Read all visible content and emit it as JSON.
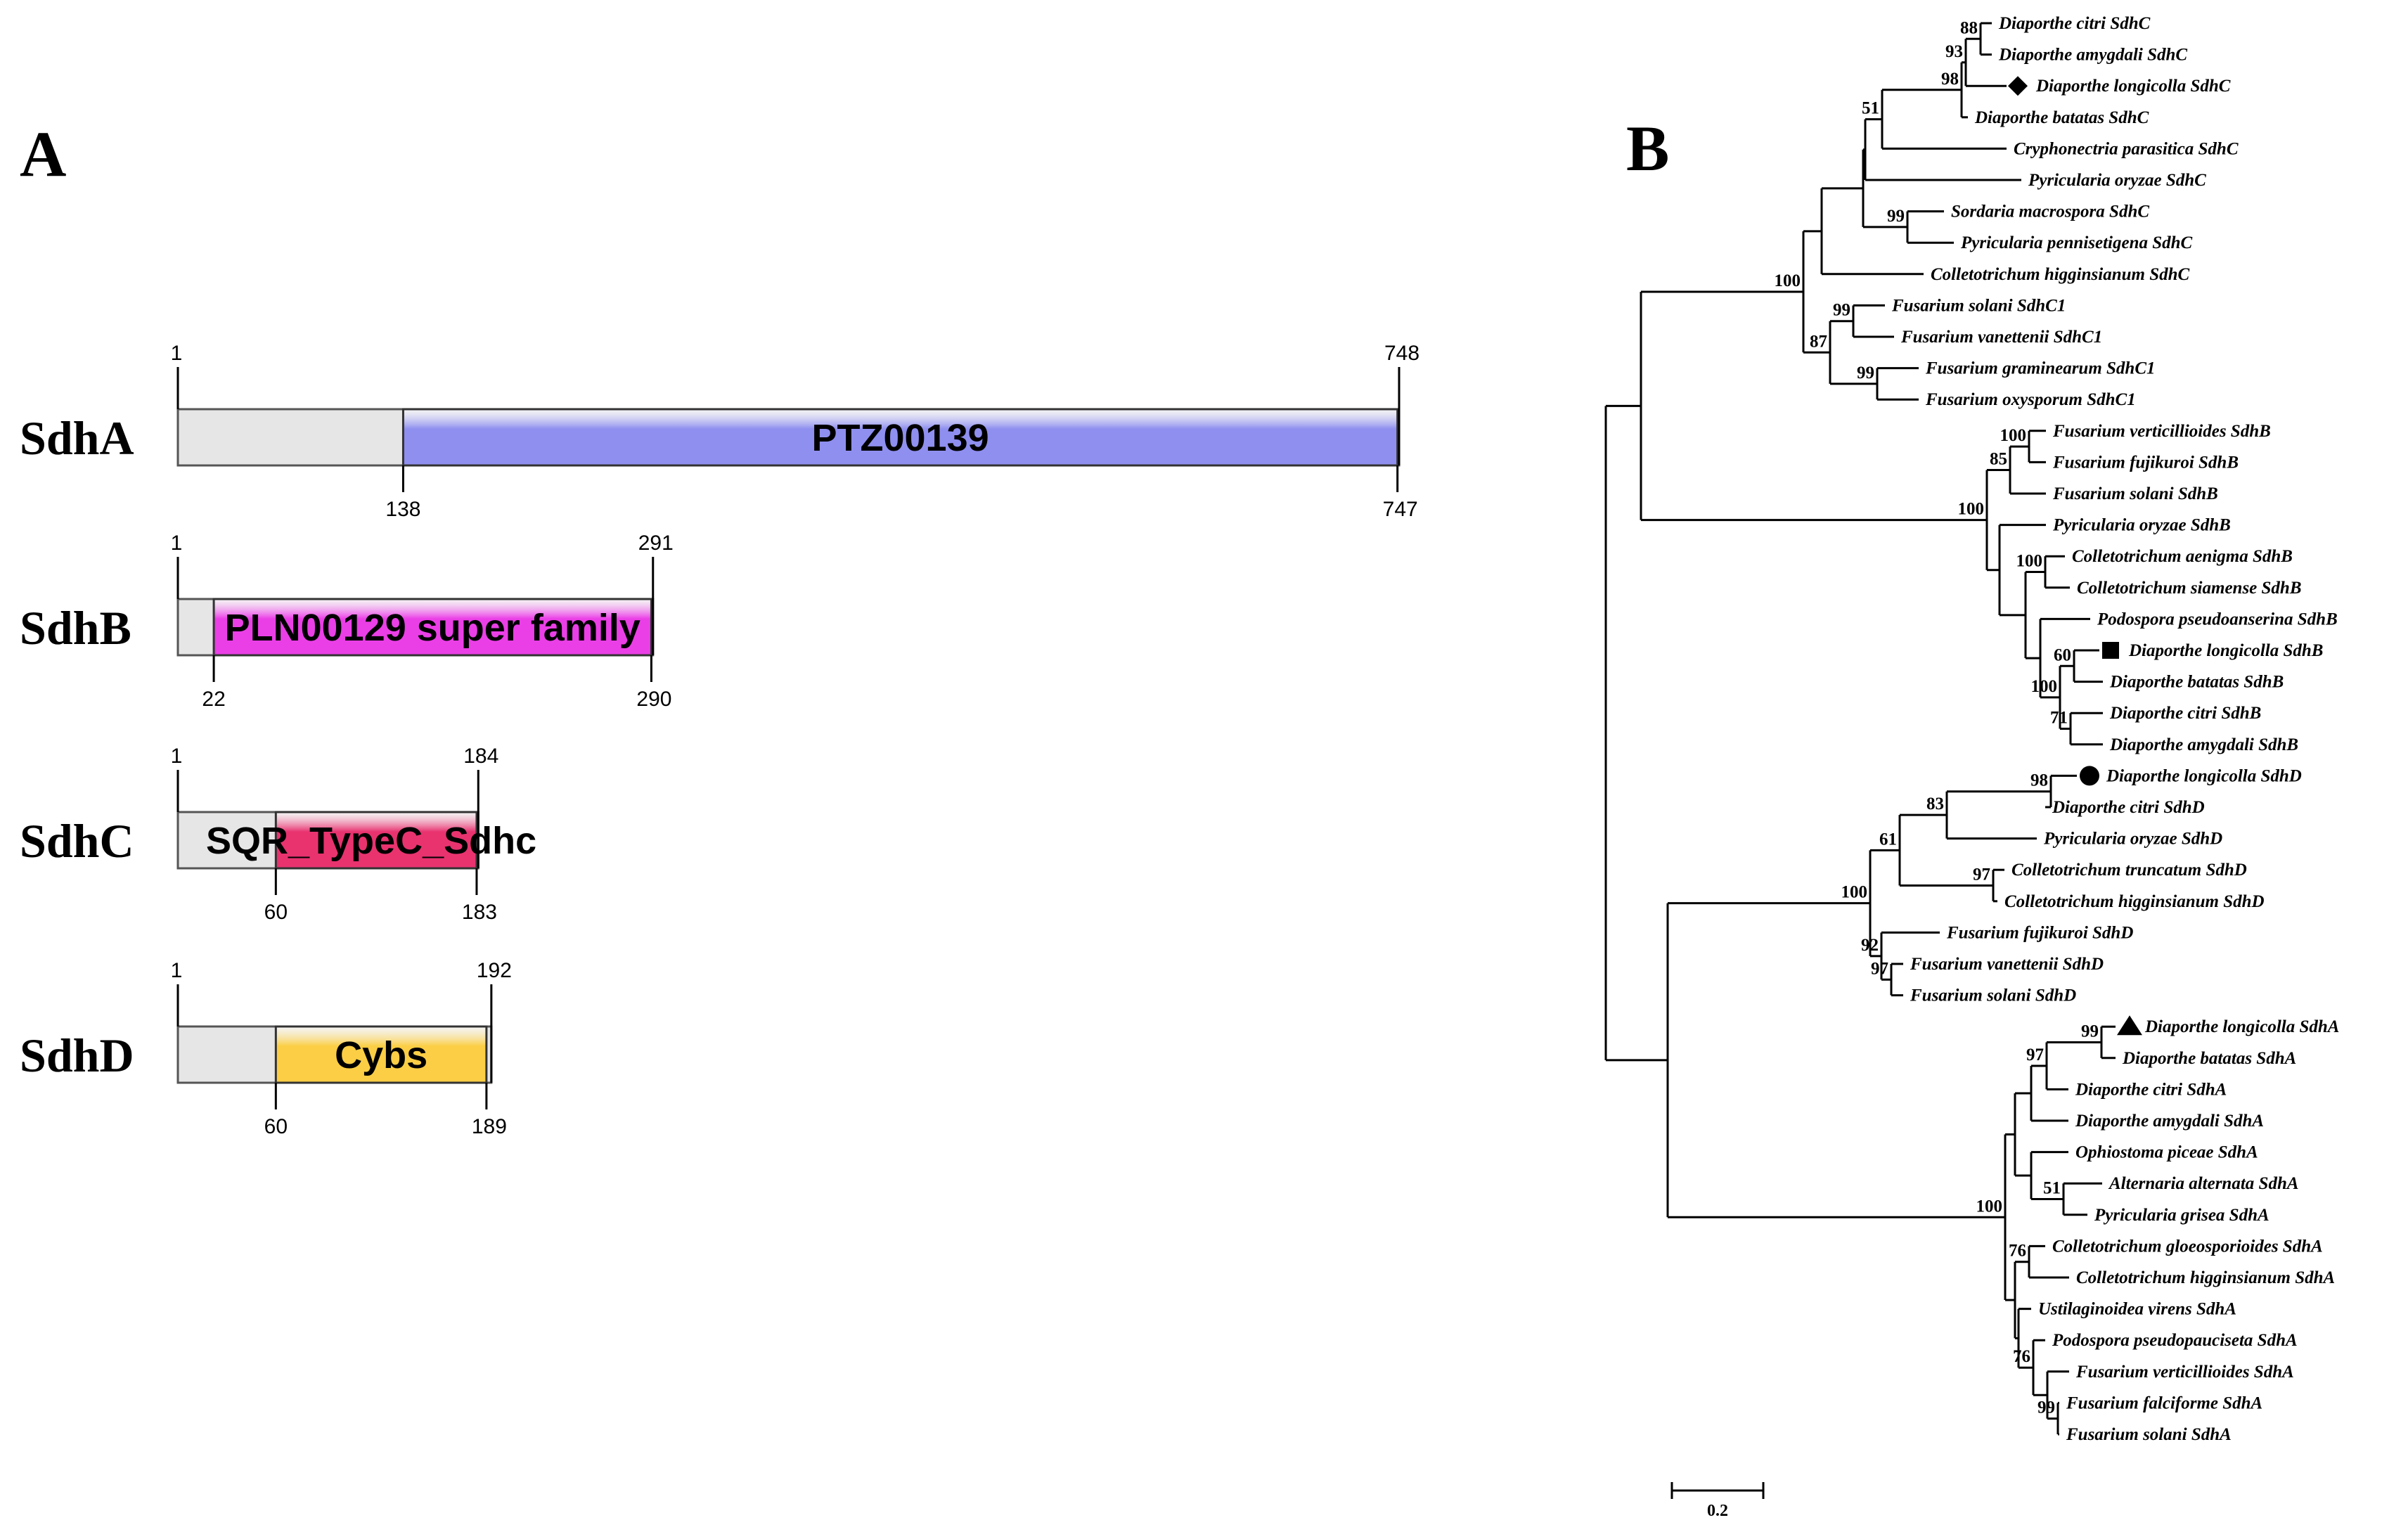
{
  "panel_a": {
    "letter": "A",
    "proteins": [
      {
        "name": "SdhA",
        "length_top": "748",
        "start_top": "1",
        "domain": "PTZ00139",
        "dom_start": "138",
        "dom_end": "747",
        "len": 748,
        "ds": 138,
        "de": 747,
        "color": "#8f8ff0",
        "label_align": "center"
      },
      {
        "name": "SdhB",
        "length_top": "291",
        "start_top": "1",
        "domain": "PLN00129 super family",
        "dom_start": "22",
        "dom_end": "290",
        "len": 291,
        "ds": 22,
        "de": 290,
        "color": "#ea3fe6",
        "label_align": "center"
      },
      {
        "name": "SdhC",
        "length_top": "184",
        "start_top": "1",
        "domain": "SQR_TypeC_Sdhc",
        "dom_start": "60",
        "dom_end": "183",
        "len": 184,
        "ds": 60,
        "de": 183,
        "color": "#e8336f",
        "label_align": "left"
      },
      {
        "name": "SdhD",
        "length_top": "192",
        "start_top": "1",
        "domain": "Cybs",
        "dom_start": "60",
        "dom_end": "189",
        "len": 192,
        "ds": 60,
        "de": 189,
        "color": "#fbce45",
        "label_align": "center"
      }
    ]
  },
  "panel_b": {
    "letter": "B",
    "scale_bar": "0.2",
    "leaves": [
      {
        "name": "Diaporthe citri SdhC",
        "marker": ""
      },
      {
        "name": "Diaporthe amygdali SdhC",
        "marker": ""
      },
      {
        "name": "Diaporthe longicolla SdhC",
        "marker": "diamond"
      },
      {
        "name": "Diaporthe batatas SdhC",
        "marker": ""
      },
      {
        "name": "Cryphonectria parasitica SdhC",
        "marker": ""
      },
      {
        "name": "Pyricularia oryzae SdhC",
        "marker": ""
      },
      {
        "name": "Sordaria macrospora SdhC",
        "marker": ""
      },
      {
        "name": "Pyricularia pennisetigena SdhC",
        "marker": ""
      },
      {
        "name": "Colletotrichum higginsianum SdhC",
        "marker": ""
      },
      {
        "name": "Fusarium solani SdhC1",
        "marker": ""
      },
      {
        "name": "Fusarium vanettenii SdhC1",
        "marker": ""
      },
      {
        "name": "Fusarium graminearum SdhC1",
        "marker": ""
      },
      {
        "name": "Fusarium oxysporum SdhC1",
        "marker": ""
      },
      {
        "name": "Fusarium verticillioides SdhB",
        "marker": ""
      },
      {
        "name": "Fusarium fujikuroi SdhB",
        "marker": ""
      },
      {
        "name": "Fusarium solani SdhB",
        "marker": ""
      },
      {
        "name": "Pyricularia oryzae SdhB",
        "marker": ""
      },
      {
        "name": "Colletotrichum aenigma SdhB",
        "marker": ""
      },
      {
        "name": "Colletotrichum siamense SdhB",
        "marker": ""
      },
      {
        "name": "Podospora pseudoanserina SdhB",
        "marker": ""
      },
      {
        "name": "Diaporthe longicolla SdhB",
        "marker": "square"
      },
      {
        "name": "Diaporthe batatas SdhB",
        "marker": ""
      },
      {
        "name": "Diaporthe citri SdhB",
        "marker": ""
      },
      {
        "name": "Diaporthe amygdali SdhB",
        "marker": ""
      },
      {
        "name": "Diaporthe longicolla SdhD",
        "marker": "circle"
      },
      {
        "name": "Diaporthe citri SdhD",
        "marker": ""
      },
      {
        "name": "Pyricularia oryzae SdhD",
        "marker": ""
      },
      {
        "name": "Colletotrichum truncatum SdhD",
        "marker": ""
      },
      {
        "name": "Colletotrichum higginsianum SdhD",
        "marker": ""
      },
      {
        "name": "Fusarium fujikuroi SdhD",
        "marker": ""
      },
      {
        "name": "Fusarium vanettenii SdhD",
        "marker": ""
      },
      {
        "name": "Fusarium solani SdhD",
        "marker": ""
      },
      {
        "name": "Diaporthe longicolla SdhA",
        "marker": "triangle"
      },
      {
        "name": "Diaporthe batatas SdhA",
        "marker": ""
      },
      {
        "name": "Diaporthe citri SdhA",
        "marker": ""
      },
      {
        "name": "Diaporthe amygdali SdhA",
        "marker": ""
      },
      {
        "name": "Ophiostoma piceae SdhA",
        "marker": ""
      },
      {
        "name": "Alternaria alternata SdhA",
        "marker": ""
      },
      {
        "name": "Pyricularia grisea SdhA",
        "marker": ""
      },
      {
        "name": "Colletotrichum gloeosporioides SdhA",
        "marker": ""
      },
      {
        "name": "Colletotrichum higginsianum SdhA",
        "marker": ""
      },
      {
        "name": "Ustilaginoidea virens SdhA",
        "marker": ""
      },
      {
        "name": "Podospora pseudopauciseta SdhA",
        "marker": ""
      },
      {
        "name": "Fusarium verticillioides SdhA",
        "marker": ""
      },
      {
        "name": "Fusarium falciforme SdhA",
        "marker": ""
      },
      {
        "name": "Fusarium solani SdhA",
        "marker": ""
      }
    ],
    "bootstrap": [
      "88",
      "93",
      "98",
      "51",
      "99",
      "100",
      "99",
      "87",
      "99",
      "100",
      "85",
      "100",
      "100",
      "60",
      "100",
      "71",
      "98",
      "83",
      "61",
      "100",
      "97",
      "92",
      "97",
      "99",
      "97",
      "51",
      "76",
      "100",
      "76",
      "99"
    ]
  }
}
